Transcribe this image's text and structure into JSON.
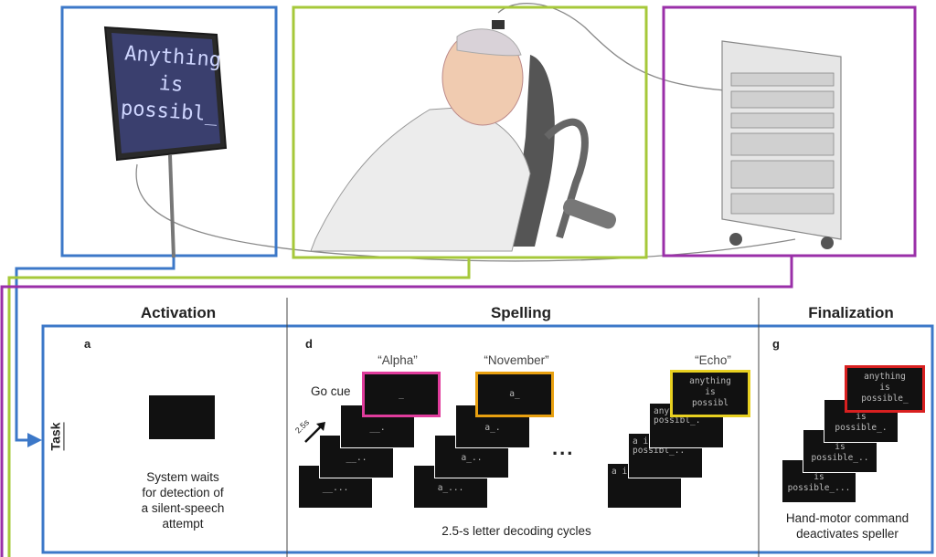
{
  "monitor_text": [
    "Anything",
    "is",
    "possibl_"
  ],
  "colors": {
    "blue": "#3c78c8",
    "green": "#a6c83a",
    "purple": "#9a2fa8",
    "magenta": "#e03c9c",
    "orange": "#e8a010",
    "yellow": "#e8d020",
    "red": "#d82020"
  },
  "phases": {
    "activation": "Activation",
    "spelling": "Spelling",
    "finalization": "Finalization"
  },
  "panel_labels": {
    "a": "a",
    "d": "d",
    "g": "g"
  },
  "task_label": "Task",
  "activation_caption": [
    "System waits",
    "for detection of",
    "a silent-speech",
    "attempt"
  ],
  "spelling": {
    "go_cue": "Go cue",
    "duration": "2.5s",
    "ellipsis": "...",
    "caption": "2.5-s letter decoding cycles",
    "groups": [
      {
        "quote": "“Alpha”",
        "front": [
          "_"
        ],
        "stack": [
          "__.",
          "__..",
          "__..."
        ]
      },
      {
        "quote": "“November”",
        "front": [
          "a_"
        ],
        "stack": [
          "a_.",
          "a_..",
          "a_..."
        ]
      },
      {
        "quote": "“Echo”",
        "front": [
          "anything",
          "is",
          "possibl"
        ],
        "stack": [
          "anything is possibl_.",
          "a is possibl_..",
          "a is possibl_..."
        ]
      }
    ]
  },
  "finalization": {
    "front": [
      "anything",
      "is",
      "possible_"
    ],
    "stack": [
      "is",
      "possible_.",
      "is",
      "possible_..",
      "is",
      "possible_..."
    ],
    "caption": [
      "Hand-motor command",
      "deactivates speller"
    ]
  }
}
